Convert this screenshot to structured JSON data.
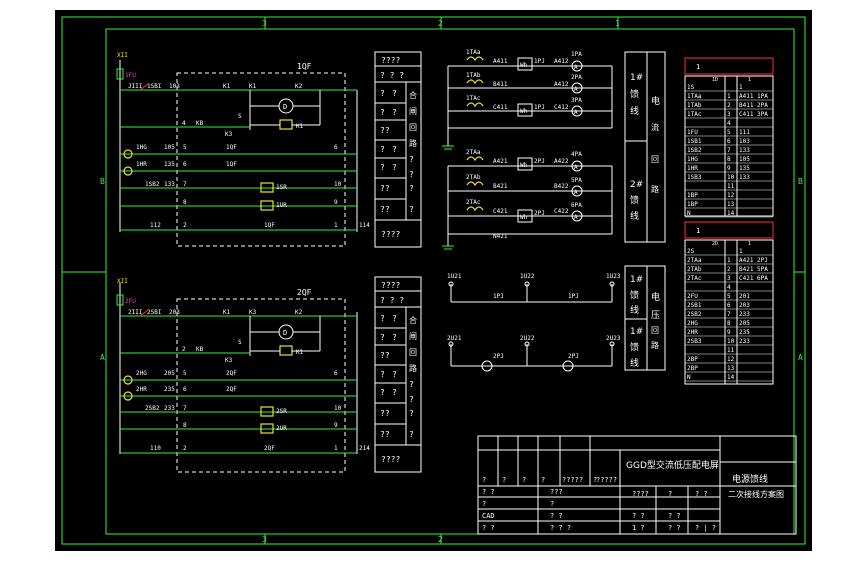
{
  "border": {
    "zone_top_1": "3",
    "zone_top_2": "2",
    "zone_top_3": "1",
    "zone_left_b": "B",
    "zone_left_a": "A",
    "zone_right_b": "B",
    "zone_right_a": "A",
    "zone_bottom_1": "3",
    "zone_bottom_2": "2"
  },
  "ctrl1": {
    "title": "1QF",
    "fuse": "1FU",
    "n1": "JIII",
    "sw_sb": "1SBI",
    "n3": "103",
    "k1a": "K1",
    "k1b": "K1",
    "k2": "K2",
    "d": "D",
    "k1c": "K1",
    "n4": "4",
    "kb": "KB",
    "k3": "K3",
    "s": "S",
    "n5": "5",
    "hg": "1HG",
    "n105": "105",
    "qf": "1QF",
    "n6": "6",
    "hr": "1HR",
    "n135": "135",
    "n7": "7",
    "sb2": "1SB2",
    "n133": "133",
    "n8": "8",
    "sr": "1SR",
    "n10": "10",
    "ur": "1UR",
    "n9": "9",
    "n112": "112",
    "n114": "114",
    "n2": "2",
    "n1b": "1"
  },
  "ctrl2": {
    "title": "2QF",
    "fuse": "2FU",
    "n1": "2III",
    "sw_sb": "2SBI",
    "n3": "203",
    "k1a": "K1",
    "k1b": "K3",
    "k2": "K2",
    "d": "D",
    "k1c": "K1",
    "n4": "2",
    "kb": "KB",
    "k3": "K3",
    "s": "S",
    "n5": "5",
    "hg": "2HG",
    "n105": "205",
    "qf": "2QF",
    "n6": "6",
    "hr": "2HR",
    "n135": "235",
    "n7": "7",
    "sb2": "2SB2",
    "n133": "233",
    "n8": "8",
    "sr": "2SR",
    "n10": "10",
    "ur": "2UR",
    "n9": "9",
    "n112": "110",
    "n114": "214",
    "n2": "2",
    "n1b": "1"
  },
  "leg1": {
    "top": "????",
    "r2": "? ? ?",
    "r3a": "?",
    "r3b": "?",
    "r3c": "合",
    "r4a": "?",
    "r4b": "?",
    "r4c": "闸",
    "r5a": "??",
    "r5b": "回",
    "r6a": "?",
    "r6b": "?",
    "r6c": "路",
    "r7a": "?",
    "r7b": "?",
    "r8a": "??",
    "r8b": "?",
    "r9a": "??",
    "r9b": "?",
    "r10a": "?",
    "r10b": "?",
    "bottom": "????"
  },
  "leg2": {
    "top": "????",
    "r2": "? ? ?",
    "r3a": "?",
    "r3b": "?",
    "r3c": "合",
    "r4a": "?",
    "r4b": "?",
    "r4c": "闸",
    "r5a": "??",
    "r5b": "回",
    "r6a": "?",
    "r6b": "?",
    "r6c": "路",
    "r7a": "?",
    "r7b": "?",
    "r8a": "??",
    "r8b": "?",
    "r9a": "??",
    "r9b": "?",
    "r10a": "?",
    "r10b": "?",
    "bottom": "????"
  },
  "meas1": {
    "r1": {
      "ta": "1TAa",
      "n": "A411",
      "w": "Wh",
      "pj": "1PJ",
      "out": "A412",
      "pa": "1PA",
      "m": "A"
    },
    "r2": {
      "ta": "1TAb",
      "n": "B411",
      "out": "A412",
      "pa": "2PA",
      "m": "A"
    },
    "r3": {
      "ta": "1TAc",
      "n": "C411",
      "w": "Wh",
      "pj": "1PJ",
      "out": "C412",
      "pa": "3PA",
      "m": "A"
    }
  },
  "meas2": {
    "r1": {
      "ta": "2TAa",
      "n": "A421",
      "w": "Wh",
      "pj": "2PJ",
      "out": "A422",
      "pa": "4PA",
      "m": "A"
    },
    "r2": {
      "ta": "2TAb",
      "n": "B421",
      "out": "B422",
      "pa": "5PA",
      "m": "A"
    },
    "r3": {
      "ta": "2TAc",
      "n": "C421",
      "w": "Wh",
      "pj": "2PJ",
      "out": "C422",
      "pa": "6PA",
      "m": "A"
    },
    "n_bottom": "N421"
  },
  "volt": {
    "a": "1U21",
    "b": "1U22",
    "c": "1U23",
    "pj1": "1PJ",
    "pj2": "1PJ",
    "d": "2U21",
    "e": "2U22",
    "f": "2U23",
    "pj3": "2PJ",
    "pj4": "2PJ"
  },
  "labels": {
    "l1_a": "1#",
    "l1_b": "馈",
    "l1_c": "线",
    "l1_d": "电",
    "l1_e": "流",
    "l1_f": "回",
    "l1_g": "路",
    "l2_a": "2#",
    "l2_b": "馈",
    "l2_c": "线",
    "l3_a": "1#",
    "l3_b": "馈",
    "l3_c": "线",
    "l3_d": "电",
    "l3_e": "压",
    "l3_f": "回",
    "l3_g": "路",
    "l4_a": "1#",
    "l4_b": "馈",
    "l4_c": "线"
  },
  "term1": {
    "header": "1",
    "sub_a": "1D",
    "sub_b": "1",
    "rows": [
      [
        "1S",
        "",
        "1"
      ],
      [
        "1TAa",
        "1",
        "A411 1PA"
      ],
      [
        "1TAb",
        "2",
        "B411 2PA"
      ],
      [
        "1TAc",
        "3",
        "C411 3PA"
      ],
      [
        "",
        "4",
        ""
      ],
      [
        "1FU",
        "5",
        "111"
      ],
      [
        "1SB1",
        "6",
        "103"
      ],
      [
        "1SB2",
        "7",
        "133"
      ],
      [
        "1HG",
        "8",
        "105"
      ],
      [
        "1HR",
        "9",
        "135"
      ],
      [
        "1SB3",
        "10",
        "133"
      ],
      [
        "",
        "11",
        ""
      ],
      [
        "1BP",
        "12",
        ""
      ],
      [
        "1BP",
        "13",
        ""
      ],
      [
        "N",
        "14",
        ""
      ]
    ]
  },
  "term2": {
    "header": "1",
    "sub_a": "2D",
    "sub_b": "1",
    "rows": [
      [
        "2S",
        "",
        "1"
      ],
      [
        "2TAa",
        "1",
        "A421 2PJ"
      ],
      [
        "2TAb",
        "2",
        "B421 5PA"
      ],
      [
        "2TAc",
        "3",
        "C421 6PA"
      ],
      [
        "",
        "4",
        ""
      ],
      [
        "2FU",
        "5",
        "201"
      ],
      [
        "2SB1",
        "6",
        "203"
      ],
      [
        "2SB2",
        "7",
        "233"
      ],
      [
        "2HG",
        "8",
        "205"
      ],
      [
        "2HR",
        "9",
        "235"
      ],
      [
        "2SB3",
        "10",
        "233"
      ],
      [
        "",
        "11",
        ""
      ],
      [
        "2BP",
        "12",
        ""
      ],
      [
        "2BP",
        "13",
        ""
      ],
      [
        "N",
        "14",
        ""
      ]
    ]
  },
  "titleblock": {
    "model": "GGD型交流低压配电屏",
    "name1": "电源馈线",
    "name2": "二次接线方案图",
    "r1": [
      "?",
      "?",
      "?",
      "?",
      "?????",
      "?",
      "?????"
    ],
    "r2": [
      "? ?",
      "???",
      "????",
      "?",
      "? ?"
    ],
    "cad": "CAD",
    "q1": "?",
    "q2": "?",
    "q3": "? ?",
    "q4": "1 ?",
    "q5": "? ?",
    "q6": "? ?",
    "q7": "? ? ?",
    "q8": "? ?",
    "q9": "? ?",
    "q10": "? | ?"
  }
}
